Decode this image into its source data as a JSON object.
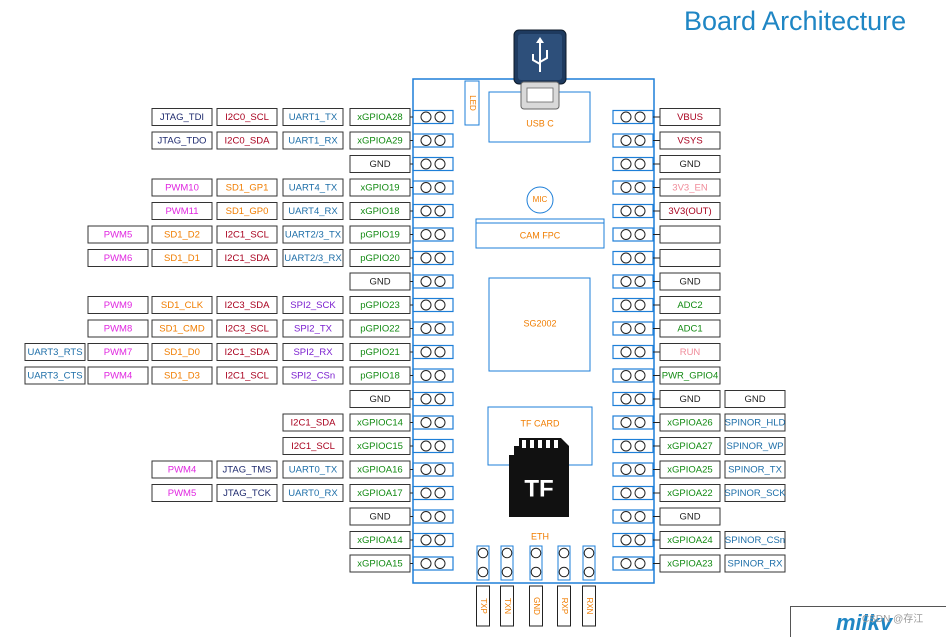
{
  "title": "Board Architecture",
  "colors": {
    "purple": "#7b20cf",
    "pink": "#e026e0",
    "orange": "#f07d00",
    "darkred": "#a8001e",
    "darkblue": "#1e2a6e",
    "blue": "#1d6ea8",
    "green": "#128a12",
    "lightpink": "#f08c9a",
    "board": "#1e7fd8",
    "text": "#222222"
  },
  "board": {
    "usb_label": "USB C",
    "led_label": "LED",
    "mic_label": "MIC",
    "cam_label": "CAM FPC",
    "soc_label": "SG2002",
    "tf_label": "TF CARD",
    "eth_label": "ETH",
    "eth_pins": [
      "TXP",
      "TXN",
      "GND",
      "RXP",
      "RXN"
    ]
  },
  "left_pins": [
    [
      [
        "JTAG_TDI",
        "darkblue"
      ],
      [
        "I2C0_SCL",
        "darkred"
      ],
      [
        "UART1_TX",
        "blue"
      ],
      [
        "xGPIOA28",
        "green"
      ]
    ],
    [
      [
        "JTAG_TDO",
        "darkblue"
      ],
      [
        "I2C0_SDA",
        "darkred"
      ],
      [
        "UART1_RX",
        "blue"
      ],
      [
        "xGPIOA29",
        "green"
      ]
    ],
    [
      [
        "GND",
        "text"
      ]
    ],
    [
      [
        "PWM10",
        "pink"
      ],
      [
        "SD1_GP1",
        "orange"
      ],
      [
        "UART4_TX",
        "blue"
      ],
      [
        "xGPIO19",
        "green"
      ]
    ],
    [
      [
        "PWM11",
        "pink"
      ],
      [
        "SD1_GP0",
        "orange"
      ],
      [
        "UART4_RX",
        "blue"
      ],
      [
        "xGPIO18",
        "green"
      ]
    ],
    [
      [
        "PWM5",
        "pink"
      ],
      [
        "SD1_D2",
        "orange"
      ],
      [
        "I2C1_SCL",
        "darkred"
      ],
      [
        "UART2/3_TX",
        "blue"
      ],
      [
        "pGPIO19",
        "green"
      ]
    ],
    [
      [
        "PWM6",
        "pink"
      ],
      [
        "SD1_D1",
        "orange"
      ],
      [
        "I2C1_SDA",
        "darkred"
      ],
      [
        "UART2/3_RX",
        "blue"
      ],
      [
        "pGPIO20",
        "green"
      ]
    ],
    [
      [
        "GND",
        "text"
      ]
    ],
    [
      [
        "PWM9",
        "pink"
      ],
      [
        "SD1_CLK",
        "orange"
      ],
      [
        "I2C3_SDA",
        "darkred"
      ],
      [
        "SPI2_SCK",
        "purple"
      ],
      [
        "pGPIO23",
        "green"
      ]
    ],
    [
      [
        "PWM8",
        "pink"
      ],
      [
        "SD1_CMD",
        "orange"
      ],
      [
        "I2C3_SCL",
        "darkred"
      ],
      [
        "SPI2_TX",
        "purple"
      ],
      [
        "pGPIO22",
        "green"
      ]
    ],
    [
      [
        "UART3_RTS",
        "blue"
      ],
      [
        "PWM7",
        "pink"
      ],
      [
        "SD1_D0",
        "orange"
      ],
      [
        "I2C1_SDA",
        "darkred"
      ],
      [
        "SPI2_RX",
        "purple"
      ],
      [
        "pGPIO21",
        "green"
      ]
    ],
    [
      [
        "UART3_CTS",
        "blue"
      ],
      [
        "PWM4",
        "pink"
      ],
      [
        "SD1_D3",
        "orange"
      ],
      [
        "I2C1_SCL",
        "darkred"
      ],
      [
        "SPI2_CSn",
        "purple"
      ],
      [
        "pGPIO18",
        "green"
      ]
    ],
    [
      [
        "GND",
        "text"
      ]
    ],
    [
      [
        "I2C1_SDA",
        "darkred"
      ],
      [
        "xGPIOC14",
        "green"
      ]
    ],
    [
      [
        "I2C1_SCL",
        "darkred"
      ],
      [
        "xGPIOC15",
        "green"
      ]
    ],
    [
      [
        "PWM4",
        "pink"
      ],
      [
        "JTAG_TMS",
        "darkblue"
      ],
      [
        "UART0_TX",
        "blue"
      ],
      [
        "xGPIOA16",
        "green"
      ]
    ],
    [
      [
        "PWM5",
        "pink"
      ],
      [
        "JTAG_TCK",
        "darkblue"
      ],
      [
        "UART0_RX",
        "blue"
      ],
      [
        "xGPIOA17",
        "green"
      ]
    ],
    [
      [
        "GND",
        "text"
      ]
    ],
    [
      [
        "xGPIOA14",
        "green"
      ]
    ],
    [
      [
        "xGPIOA15",
        "green"
      ]
    ]
  ],
  "right_pins": [
    [
      [
        "VBUS",
        "darkred"
      ]
    ],
    [
      [
        "VSYS",
        "darkred"
      ]
    ],
    [
      [
        "GND",
        "text"
      ]
    ],
    [
      [
        "3V3_EN",
        "lightpink"
      ]
    ],
    [
      [
        "3V3(OUT)",
        "darkred"
      ]
    ],
    [
      [
        "",
        "text"
      ]
    ],
    [
      [
        "",
        "text"
      ]
    ],
    [
      [
        "GND",
        "text"
      ]
    ],
    [
      [
        "ADC2",
        "green"
      ]
    ],
    [
      [
        "ADC1",
        "green"
      ]
    ],
    [
      [
        "RUN",
        "lightpink"
      ]
    ],
    [
      [
        "PWR_GPIO4",
        "green"
      ]
    ],
    [
      [
        "GND",
        "text"
      ],
      [
        "GND",
        "text"
      ]
    ],
    [
      [
        "xGPIOA26",
        "green"
      ],
      [
        "SPINOR_HLD",
        "blue"
      ]
    ],
    [
      [
        "xGPIOA27",
        "green"
      ],
      [
        "SPINOR_WP",
        "blue"
      ]
    ],
    [
      [
        "xGPIOA25",
        "green"
      ],
      [
        "SPINOR_TX",
        "blue"
      ]
    ],
    [
      [
        "xGPIOA22",
        "green"
      ],
      [
        "SPINOR_SCK",
        "blue"
      ]
    ],
    [
      [
        "GND",
        "text"
      ]
    ],
    [
      [
        "xGPIOA24",
        "green"
      ],
      [
        "SPINOR_CSn",
        "blue"
      ]
    ],
    [
      [
        "xGPIOA23",
        "green"
      ],
      [
        "SPINOR_RX",
        "blue"
      ]
    ]
  ],
  "footer": {
    "logo": "milkv",
    "watermark": "CSDN @存江"
  }
}
